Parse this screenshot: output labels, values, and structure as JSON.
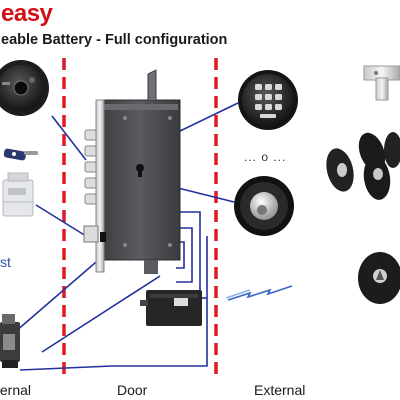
{
  "header": {
    "title": "easy",
    "subtitle": "eable Battery - Full configuration"
  },
  "labels": {
    "internal": "ternal",
    "door": "Door",
    "external": "External",
    "or": "... o ...",
    "st": "st"
  },
  "remote_label": "",
  "colors": {
    "title": "#d10f16",
    "dashed_line": "#e01b24",
    "connector": "#23319b",
    "lock_body": "#4a4b4f",
    "wireless": "#3a64c8"
  }
}
